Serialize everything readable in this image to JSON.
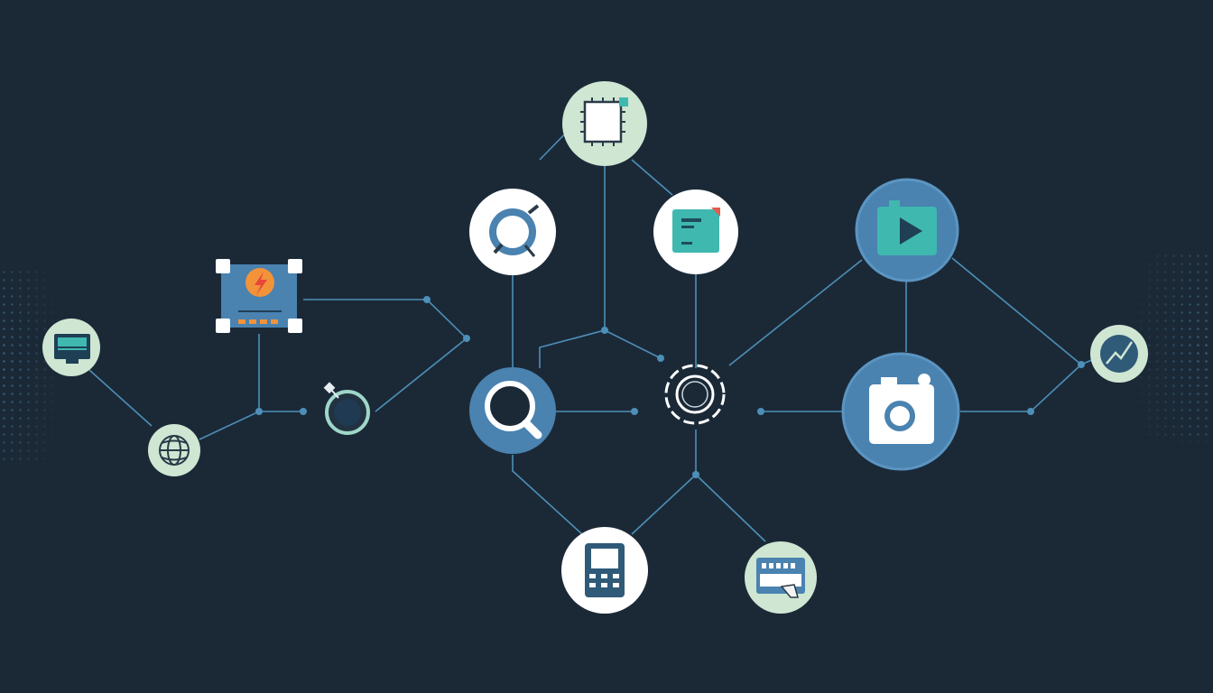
{
  "colors": {
    "background": "#1b2937",
    "link": "#4d8fb8",
    "node_white": "#ffffff",
    "node_mint": "#cfe6d3",
    "node_blue": "#4a82b0",
    "node_blue_light": "#5b95c2",
    "accent_teal": "#3fb8b0",
    "accent_orange": "#f2933a",
    "dot_pattern": "#3e6a86"
  },
  "nodes": [
    {
      "id": "chip",
      "icon": "chip-icon",
      "style": "mint"
    },
    {
      "id": "ring-tool",
      "icon": "ring-tool-icon",
      "style": "white"
    },
    {
      "id": "card",
      "icon": "card-icon",
      "style": "white"
    },
    {
      "id": "search",
      "icon": "search-icon",
      "style": "blue"
    },
    {
      "id": "gear",
      "icon": "gear-icon",
      "style": "outline"
    },
    {
      "id": "video",
      "icon": "video-icon",
      "style": "blue"
    },
    {
      "id": "camera",
      "icon": "camera-icon",
      "style": "blue"
    },
    {
      "id": "trend",
      "icon": "trend-icon",
      "style": "mint"
    },
    {
      "id": "monitor",
      "icon": "monitor-icon",
      "style": "mint"
    },
    {
      "id": "globe",
      "icon": "globe-icon",
      "style": "mint"
    },
    {
      "id": "power",
      "icon": "power-icon",
      "style": "box"
    },
    {
      "id": "target",
      "icon": "target-icon",
      "style": "teal-ring"
    },
    {
      "id": "phone",
      "icon": "phone-icon",
      "style": "white"
    },
    {
      "id": "keyboard",
      "icon": "keyboard-icon",
      "style": "mint"
    }
  ]
}
